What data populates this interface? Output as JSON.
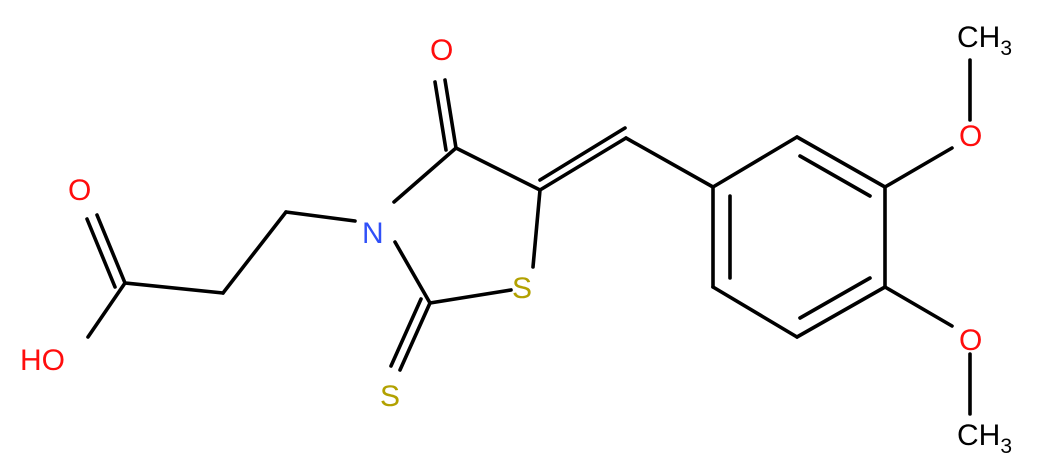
{
  "molecule": {
    "atoms": {
      "o_carbonyl_ring": "O",
      "n_ring": "N",
      "s_ring": "S",
      "s_thioxo": "S",
      "o_acid_carbonyl": "O",
      "o_acid_hydroxyl": "HO",
      "o_methoxy_top": "O",
      "ch3_top_main": "CH",
      "ch3_top_sub": "3",
      "o_methoxy_bottom": "O",
      "ch3_bottom_main": "CH",
      "ch3_bottom_sub": "3"
    },
    "colors": {
      "oxygen": "#ff0d0d",
      "nitrogen": "#3050f8",
      "sulfur": "#b2a100",
      "carbon": "#000000"
    }
  }
}
